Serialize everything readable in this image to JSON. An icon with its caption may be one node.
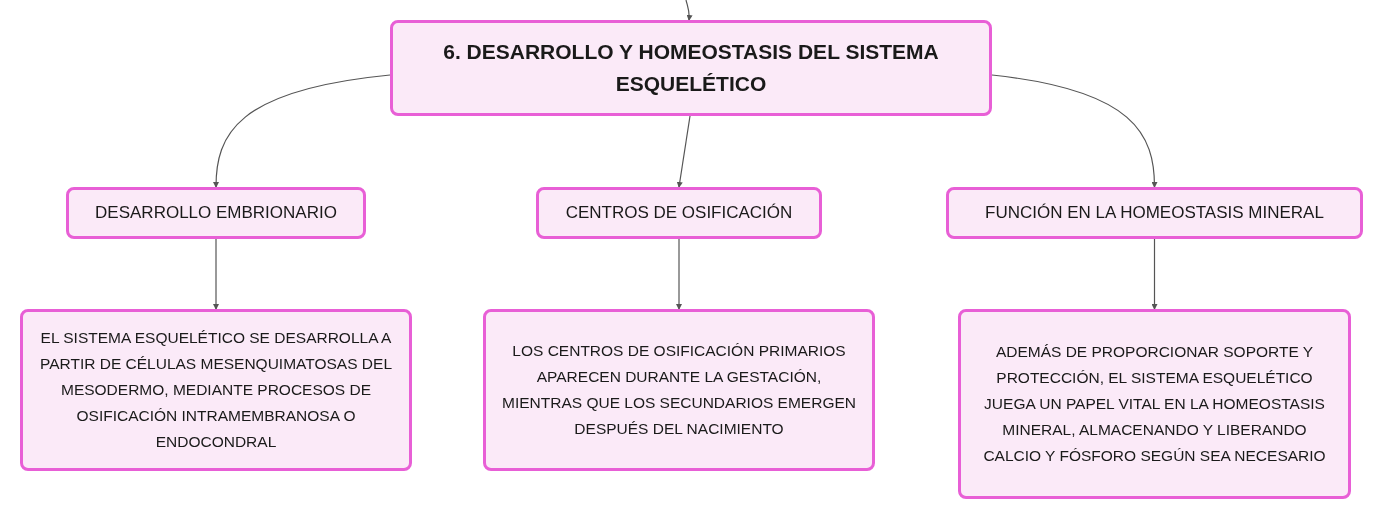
{
  "diagram": {
    "nodes": [
      {
        "text": [
          "6. DESARROLLO Y HOMEOSTASIS DEL SISTEMA ESQUELÉTICO"
        ]
      },
      {
        "text": [
          "DESARROLLO EMBRIONARIO"
        ]
      },
      {
        "text": [
          "CENTROS DE OSIFICACIÓN"
        ]
      },
      {
        "text": [
          "FUNCIÓN EN LA HOMEOSTASIS MINERAL"
        ]
      },
      {
        "text": [
          "EL SISTEMA ESQUELÉTICO SE DESARROLLA A PARTIR DE CÉLULAS MESENQUIMATOSAS DEL MESODERMO, MEDIANTE PROCESOS DE OSIFICACIÓN INTRAMEMBRANOSA O ENDOCONDRAL"
        ]
      },
      {
        "text": [
          "LOS CENTROS DE OSIFICACIÓN PRIMARIOS APARECEN DURANTE LA GESTACIÓN, MIENTRAS QUE LOS SECUNDARIOS EMERGEN DESPUÉS DEL NACIMIENTO"
        ]
      },
      {
        "text": [
          "ADEMÁS DE PROPORCIONAR SOPORTE Y PROTECCIÓN, EL SISTEMA ESQUELÉTICO JUEGA UN PAPEL VITAL EN LA HOMEOSTASIS MINERAL, ALMACENANDO Y LIBERANDO CALCIO Y FÓSFORO SEGÚN SEA NECESARIO"
        ]
      }
    ],
    "edges": [
      {
        "from": null,
        "to": 0,
        "arrow": "to"
      },
      {
        "from": 0,
        "to": 1,
        "arrow": "to"
      },
      {
        "from": 0,
        "to": 2,
        "arrow": "to"
      },
      {
        "from": 0,
        "to": 3,
        "arrow": "to"
      },
      {
        "from": 1,
        "to": 4,
        "arrow": "to"
      },
      {
        "from": 2,
        "to": 5,
        "arrow": "to"
      },
      {
        "from": 3,
        "to": 6,
        "arrow": "to"
      }
    ]
  }
}
